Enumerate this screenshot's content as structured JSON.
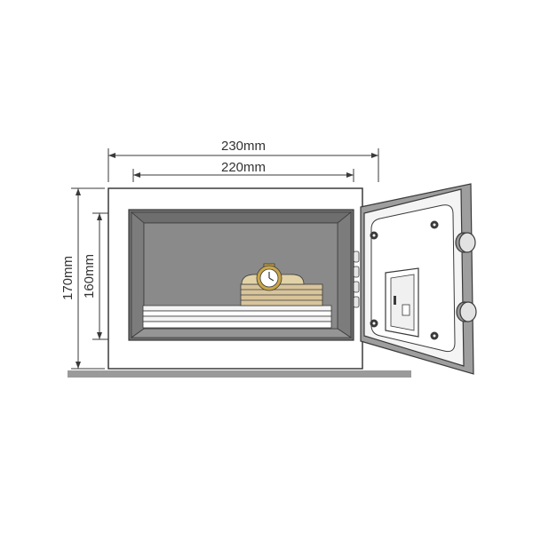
{
  "dimensions": {
    "outer_width": "230mm",
    "inner_width": "220mm",
    "outer_height": "170mm",
    "inner_height": "160mm"
  },
  "colors": {
    "line": "#3a3a3a",
    "body_fill": "#ffffff",
    "interior_fill": "#8a8a8a",
    "floor": "#9a9a9a",
    "door_fill": "#f4f4f4",
    "door_edge": "#9e9e9e",
    "paper_fill": "#f4f4f4",
    "wood_fill": "#d8c49a",
    "watch_gold": "#c9a54a"
  },
  "icons": {
    "watch": "wristwatch-icon",
    "documents": "paper-stack-icon",
    "keypad": "electronic-keypad-icon",
    "knob": "door-knob-icon"
  }
}
